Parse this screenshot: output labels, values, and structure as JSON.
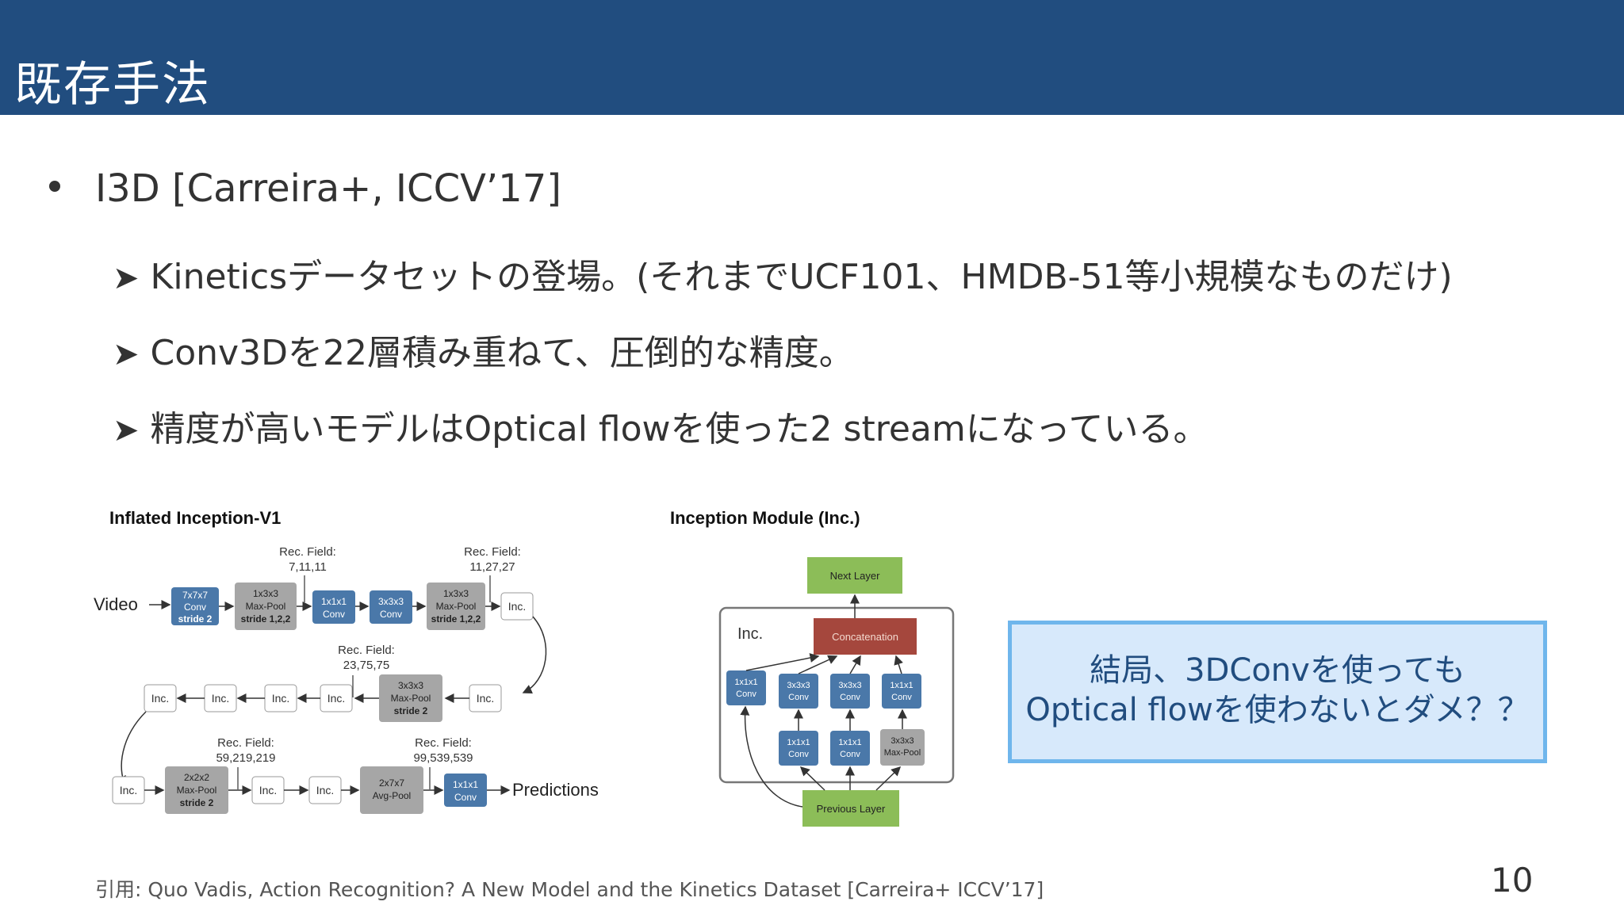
{
  "slide": {
    "title": "既存手法",
    "bullet": "I3D [Carreira+, ICCV’17]",
    "subpoints": [
      "Kineticsデータセットの登場。(それまでUCF101、HMDB-51等小規模なものだけ)",
      "Conv3Dを22層積み重ねて、圧倒的な精度。",
      "精度が高いモデルはOptical flowを使った2 streamになっている。"
    ],
    "callout_lines": [
      "結局、3DConvを使っても",
      "Optical flowを使わないとダメ？？"
    ],
    "citation": "引用: Quo Vadis, Action Recognition? A New Model and the Kinetics Dataset [Carreira+ ICCV’17]",
    "page_number": "10"
  },
  "diagram": {
    "left_title": "Inflated Inception-V1",
    "right_title": "Inception Module (Inc.)",
    "video_label": "Video",
    "predictions_label": "Predictions",
    "rec_fields": [
      {
        "label": "Rec. Field:",
        "value": "7,11,11"
      },
      {
        "label": "Rec. Field:",
        "value": "11,27,27"
      },
      {
        "label": "Rec. Field:",
        "value": "23,75,75"
      },
      {
        "label": "Rec. Field:",
        "value": "59,219,219"
      },
      {
        "label": "Rec. Field:",
        "value": "99,539,539"
      }
    ],
    "blocks": {
      "conv7": [
        "7x7x7",
        "Conv",
        "stride 2"
      ],
      "maxpool1": [
        "1x3x3",
        "Max-Pool",
        "stride 1,2,2"
      ],
      "conv1": [
        "1x1x1",
        "Conv"
      ],
      "conv3": [
        "3x3x3",
        "Conv"
      ],
      "maxpool2": [
        "1x3x3",
        "Max-Pool",
        "stride 1,2,2"
      ],
      "maxpool3": [
        "3x3x3",
        "Max-Pool",
        "stride 2"
      ],
      "maxpool4": [
        "2x2x2",
        "Max-Pool",
        "stride 2"
      ],
      "avgpool": [
        "2x7x7",
        "Avg-Pool"
      ],
      "conv_out": [
        "1x1x1",
        "Conv"
      ]
    },
    "inc_label": "Inc.",
    "module": {
      "next_layer": "Next Layer",
      "concatenation": "Concatenation",
      "previous_layer": "Previous Layer",
      "inc_label": "Inc.",
      "top_row": [
        [
          "1x1x1",
          "Conv"
        ],
        [
          "3x3x3",
          "Conv"
        ],
        [
          "3x3x3",
          "Conv"
        ],
        [
          "1x1x1",
          "Conv"
        ]
      ],
      "bottom_row": [
        [
          "1x1x1",
          "Conv"
        ],
        [
          "1x1x1",
          "Conv"
        ],
        [
          "3x3x3",
          "Max-Pool"
        ]
      ]
    },
    "colors": {
      "header": "#214d7f",
      "conv": "#4a78a9",
      "pool": "#a6a6a6",
      "next": "#8cbd58",
      "concat": "#a5473d"
    }
  }
}
